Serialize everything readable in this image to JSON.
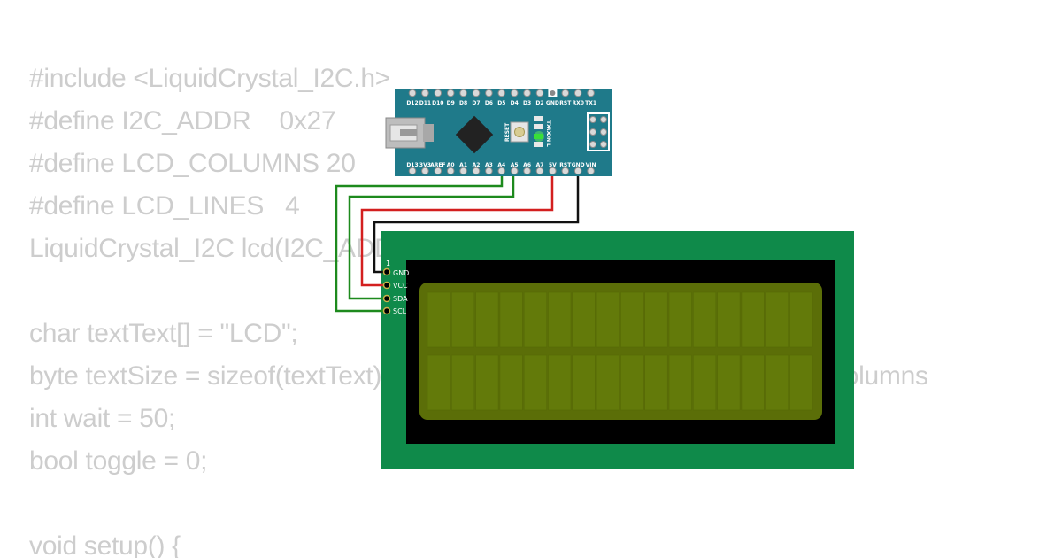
{
  "code_lines": [
    "#include <LiquidCrystal_I2C.h>",
    "#define I2C_ADDR    0x27",
    "#define LCD_COLUMNS 20",
    "#define LCD_LINES   4",
    "LiquidCrystal_I2C lcd(I2C_ADDR, LCD_COLUMNS, LCD_LINES);",
    "",
    "char textText[] = \"LCD\";",
    "byte textSize = sizeof(textText) - 1;                                          textSize, columns",
    "int wait = 50;",
    "bool toggle = 0;",
    "",
    "void setup() {"
  ],
  "arduino": {
    "top_pins": [
      "D12",
      "D11",
      "D10",
      "D9",
      "D8",
      "D7",
      "D6",
      "D5",
      "D4",
      "D3",
      "D2",
      "GND",
      "RST",
      "RX0",
      "TX1"
    ],
    "bottom_pins": [
      "D13",
      "3V3",
      "AREF",
      "A0",
      "A1",
      "A2",
      "A3",
      "A4",
      "A5",
      "A6",
      "A7",
      "5V",
      "RST",
      "GND",
      "VIN"
    ],
    "reset_label": "RESET",
    "led_labels": [
      "TX",
      "RX",
      "ON",
      "L"
    ]
  },
  "lcd": {
    "pin_number": "1",
    "pins": [
      "GND",
      "VCC",
      "SDA",
      "SCL"
    ],
    "columns": 16,
    "rows": 2
  },
  "colors": {
    "code_text": "#cdcdcd",
    "board": "#1f7a8a",
    "lcd_pcb": "#0f8a4a",
    "lcd_screen": "#5b6e08",
    "wire_green": "#1d8a1d",
    "wire_red": "#d31f1f",
    "wire_black": "#111111"
  }
}
